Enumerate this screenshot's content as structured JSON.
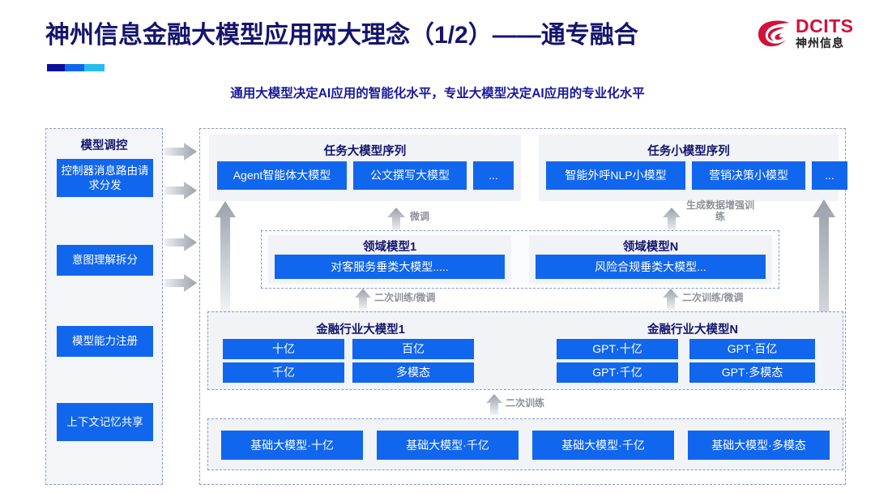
{
  "header": {
    "title": "神州信息金融大模型应用两大理念（1/2）——通专融合",
    "subtitle": "通用大模型决定AI应用的智能化水平，专业大模型决定AI应用的专业化水平",
    "logo": {
      "en": "DCITS",
      "cn": "神州信息",
      "mark": "dcits-swoosh-icon"
    },
    "accent_colors": [
      "#0d0d9b",
      "#1166ee",
      "#25bdf0"
    ]
  },
  "colors": {
    "box_blue": "#1166ee",
    "title_navy": "#14146e",
    "panel_grey": "#f1f3f7",
    "dashed_border": "#8b9bc4",
    "arrow_grey": "#b9bec6",
    "caption_grey": "#8d9199",
    "logo_red": "#d1123a"
  },
  "sidebar": {
    "title": "模型调控",
    "items": [
      {
        "label": "控制器消息路由请求分发"
      },
      {
        "label": "意图理解拆分"
      },
      {
        "label": "模型能力注册"
      },
      {
        "label": "上下文记忆共享"
      }
    ]
  },
  "flow_arrows_right": [
    {
      "name": "arrow-right-1"
    },
    {
      "name": "arrow-right-2"
    },
    {
      "name": "arrow-right-3"
    },
    {
      "name": "arrow-right-4"
    }
  ],
  "task_large_model": {
    "title": "任务大模型序列",
    "items": [
      "Agent智能体大模型",
      "公文撰写大模型",
      "..."
    ]
  },
  "task_small_model": {
    "title": "任务小模型序列",
    "items": [
      "智能外呼NLP小模型",
      "营销决策小模型",
      "..."
    ]
  },
  "domain_models": [
    {
      "title": "领域模型1",
      "item": "对客服务垂类大模型....."
    },
    {
      "title": "领域模型N",
      "item": "风险合规垂类大模型..."
    }
  ],
  "industry_models": [
    {
      "title": "金融行业大模型1",
      "items": [
        "十亿",
        "百亿",
        "千亿",
        "多模态"
      ]
    },
    {
      "title": "金融行业大模型N",
      "items": [
        "GPT·十亿",
        "GPT·百亿",
        "GPT·千亿",
        "GPT·多模态"
      ]
    }
  ],
  "foundation_models": {
    "items": [
      "基础大模型·十亿",
      "基础大模型·千亿",
      "基础大模型·千亿",
      "基础大模型·多模态"
    ]
  },
  "captions": {
    "finetune": "微调",
    "data_augment": "生成数据增强训练",
    "retrain_finetune_1": "二次训练/微调",
    "retrain_finetune_2": "二次训练/微调",
    "retrain": "二次训练"
  }
}
